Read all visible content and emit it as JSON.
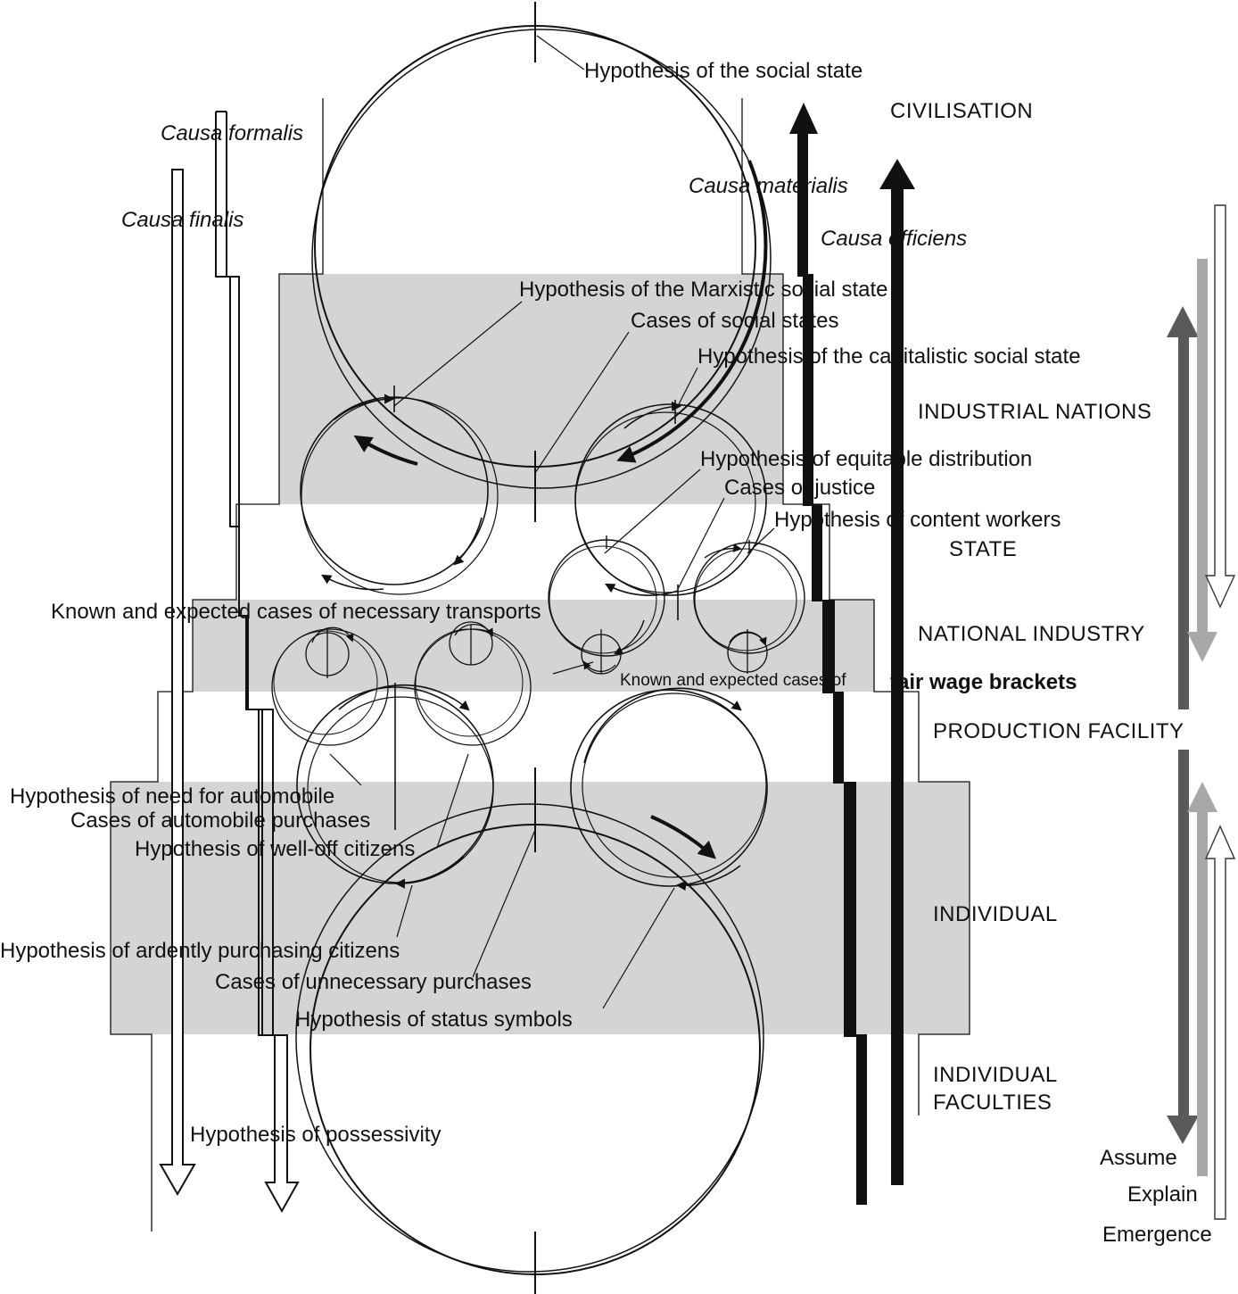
{
  "levels": {
    "civilisation": "CIVILISATION",
    "industrial_nations": "INDUSTRIAL NATIONS",
    "state": "STATE",
    "national_industry": "NATIONAL INDUSTRY",
    "production_facility": "PRODUCTION FACILITY",
    "individual": "INDIVIDUAL",
    "individual_faculties_1": "INDIVIDUAL",
    "individual_faculties_2": "FACULTIES"
  },
  "causes": {
    "formalis": "Causa formalis",
    "finalis": "Causa finalis",
    "materialis": "Causa materialis",
    "efficiens": "Causa efficiens"
  },
  "labels": {
    "social_state": "Hypothesis of the social state",
    "marxistic": "Hypothesis of the Marxistic social state",
    "cases_social_states": "Cases of social states",
    "capitalistic": "Hypothesis of the capitalistic social state",
    "equitable": "Hypothesis of equitable distribution",
    "justice": "Cases of justice",
    "content_workers": "Hypothesis of content workers",
    "transports": "Known and expected cases of necessary transports",
    "known_expected_of": "Known and expected cases of",
    "fair_wage": "fair wage brackets",
    "need_automobile": "Hypothesis of need for automobile",
    "automobile_purchases": "Cases of automobile purchases",
    "well_off": "Hypothesis of well-off citizens",
    "ardently": "Hypothesis of ardently purchasing citizens",
    "unnecessary": "Cases of unnecessary purchases",
    "status_symbols": "Hypothesis of status symbols",
    "possessivity": "Hypothesis of possessivity"
  },
  "legend": {
    "assume": "Assume",
    "explain": "Explain",
    "emergence": "Emergence"
  },
  "colors": {
    "band": "#d4d4d4",
    "assume": "#5a5a5a",
    "explain": "#a8a8a8",
    "emergence": "#e0e0e0",
    "line": "#111111"
  }
}
